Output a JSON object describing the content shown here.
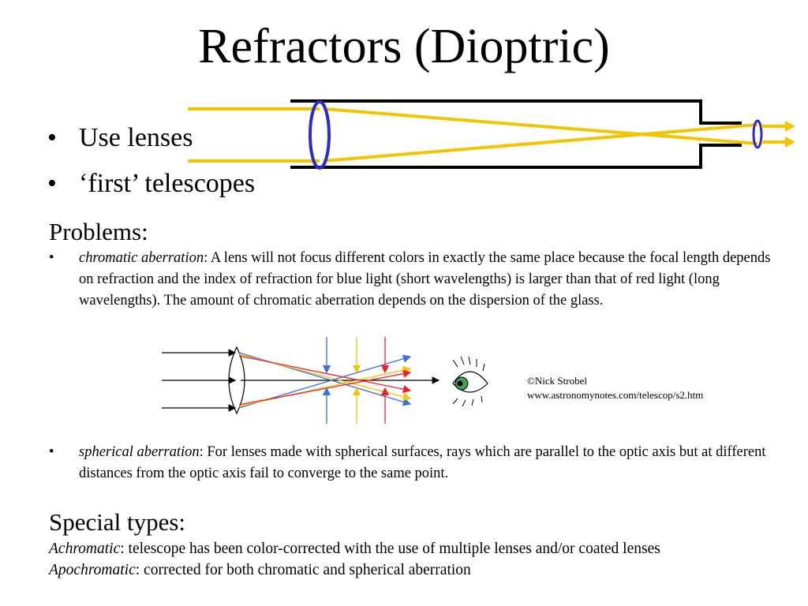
{
  "title": "Refractors (Dioptric)",
  "bullets": [
    "Use lenses",
    "‘first’ telescopes"
  ],
  "bullet_glyph": "•",
  "problems": {
    "heading": "Problems:",
    "chromatic": {
      "term": "chromatic aberration",
      "text": ": A lens will not focus different colors in exactly the same place because the focal length depends on refraction and the index of refraction for blue light (short wavelengths) is larger than that of red light (long wavelengths). The amount of chromatic aberration depends on the dispersion of the glass."
    },
    "spherical": {
      "term": "spherical aberration",
      "text": ": For lenses made with spherical surfaces, rays which are parallel to the optic axis but at different distances from the optic axis fail to converge to the same point."
    }
  },
  "credit": {
    "line1": "©Nick Strobel",
    "line2": "www.astronomynotes.com/telescop/s2.htm"
  },
  "special": {
    "heading": "Special types:",
    "achromatic": {
      "term": "Achromatic",
      "text": ": telescope has been color-corrected with the use of multiple lenses and/or coated lenses"
    },
    "apochromatic": {
      "term": "Apochromatic",
      "text": ": corrected for both chromatic and spherical aberration"
    }
  },
  "colors": {
    "ray_yellow": "#f5c400",
    "lens_blue": "#2b2bd0",
    "ray_red": "#e8232a",
    "ray_blue": "#3a6fe0",
    "eye_green": "#3fa34d"
  },
  "icons": [
    "telescope-diagram",
    "chromatic-aberration-diagram",
    "eye-icon"
  ]
}
